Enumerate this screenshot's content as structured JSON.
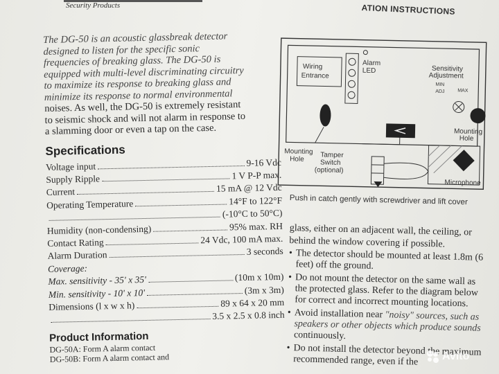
{
  "header": {
    "brand_subtitle": "Security Products",
    "doc_title": "ATION INSTRUCTIONS"
  },
  "intro": {
    "line1": "The DG-50 is an acoustic glassbreak detector",
    "line2": "designed to listen for the specific sonic",
    "line3": "frequencies of breaking glass. The DG-50 is",
    "line4": "equipped with multi-level discriminating circuitry",
    "line5": "to maximize its response to breaking glass and",
    "line6": "minimize its response to normal environmental",
    "line7": "noises. As well, the DG-50 is extremely resistant",
    "line8": "to seismic shock and will not alarm in response to",
    "line9": "a slamming door or even a tap on the case."
  },
  "specifications": {
    "heading": "Specifications",
    "rows": [
      {
        "label": "Voltage input",
        "value": "9-16 Vdc"
      },
      {
        "label": "Supply Ripple",
        "value": "1 V P-P max."
      },
      {
        "label": "Current",
        "value": "15 mA @ 12 Vdc"
      },
      {
        "label": "Operating Temperature",
        "value": "14°F to 122°F"
      },
      {
        "label": "",
        "value": "(-10°C to 50°C)"
      },
      {
        "label": "Humidity (non-condensing)",
        "value": "95% max. RH"
      },
      {
        "label": "Contact Rating",
        "value": "24 Vdc, 100 mA max."
      },
      {
        "label": "Alarm Duration",
        "value": "3 seconds"
      }
    ],
    "coverage_label": "Coverage:",
    "coverage": [
      {
        "label": "Max. sensitivity - 35' x 35'",
        "value": "(10m x 10m)"
      },
      {
        "label": "Min. sensitivity - 10' x 10'",
        "value": "(3m x 3m)"
      }
    ],
    "dimensions": {
      "label": "Dimensions (l x w x h)",
      "value": "89 x 64 x 20 mm",
      "value2": "3.5 x 2.5 x 0.8 inch"
    }
  },
  "product_info": {
    "heading": "Product Information",
    "item1": "DG-50A: Form A alarm contact",
    "item2": "DG-50B: Form A alarm contact and"
  },
  "diagram": {
    "wiring": "Wiring",
    "entrance": "Entrance",
    "alarm": "Alarm",
    "led": "LED",
    "sensitivity": "Sensitivity",
    "adjustment": "Adjustment",
    "min": "MIN",
    "adj": "ADJ",
    "max": "MAX",
    "mounting_right": "Mounting",
    "hole_right": "Hole",
    "mounting_left": "Mounting",
    "hole_left": "Hole",
    "tamper": "Tamper",
    "switch": "Switch",
    "optional": "(optional)",
    "microphone": "Microphone",
    "caption": "Push in catch gently with screwdriver and lift cover"
  },
  "mounting_notes": {
    "cont1": "glass, either on an adjacent wall, the ceiling, or",
    "cont2": "behind the window covering if possible.",
    "b1_l1": "The detector should be mounted at least 1.8m (6",
    "b1_l2": "feet) off the ground.",
    "b2_l1": "Do not mount the detector on the same wall as",
    "b2_l2": "the protected glass. Refer to the diagram below",
    "b2_l3": "for correct and incorrect mounting locations.",
    "b3_l1a": "Avoid installation near ",
    "b3_l1b": "\"noisy\" sources, such as",
    "b3_l2": "speakers or other objects which produce sounds",
    "b3_l3": "continuously.",
    "b4_l1": "Do not install the detector beyond the maximum",
    "b4_l2": "recommended range, even if the",
    "bullet": "•"
  },
  "watermark": {
    "text": "Avito"
  },
  "colors": {
    "paper": "#eeeeea",
    "ink": "#2a2a2a"
  }
}
